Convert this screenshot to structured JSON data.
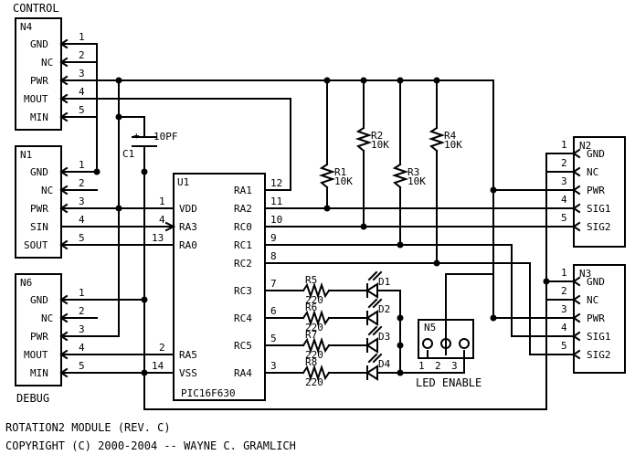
{
  "connectors": {
    "n4": {
      "title": "CONTROL",
      "ref": "N4",
      "pins": [
        "GND",
        "NC",
        "PWR",
        "MOUT",
        "MIN"
      ],
      "nums": [
        "1",
        "2",
        "3",
        "4",
        "5"
      ]
    },
    "n1": {
      "ref": "N1",
      "pins": [
        "GND",
        "NC",
        "PWR",
        "SIN",
        "SOUT"
      ],
      "nums": [
        "1",
        "2",
        "3",
        "4",
        "5"
      ]
    },
    "n6": {
      "title": "DEBUG",
      "ref": "N6",
      "pins": [
        "GND",
        "NC",
        "PWR",
        "MOUT",
        "MIN"
      ],
      "nums": [
        "1",
        "2",
        "3",
        "4",
        "5"
      ]
    },
    "n2": {
      "ref": "N2",
      "pins": [
        "GND",
        "NC",
        "PWR",
        "SIG1",
        "SIG2"
      ],
      "nums": [
        "1",
        "2",
        "3",
        "4",
        "5"
      ]
    },
    "n3": {
      "ref": "N3",
      "pins": [
        "GND",
        "NC",
        "PWR",
        "SIG1",
        "SIG2"
      ],
      "nums": [
        "1",
        "2",
        "3",
        "4",
        "5"
      ]
    },
    "n5": {
      "ref": "N5",
      "nums": [
        "1",
        "2",
        "3"
      ],
      "label": "LED ENABLE"
    }
  },
  "chip": {
    "ref": "U1",
    "part": "PIC16F630",
    "left_pins": [
      {
        "name": "VDD",
        "num": "1"
      },
      {
        "name": "RA3",
        "num": "4"
      },
      {
        "name": "RA0",
        "num": "13"
      },
      {
        "name": "RA5",
        "num": "2"
      },
      {
        "name": "VSS",
        "num": "14"
      }
    ],
    "right_pins": [
      {
        "name": "RA1",
        "num": "12"
      },
      {
        "name": "RA2",
        "num": "11"
      },
      {
        "name": "RC0",
        "num": "10"
      },
      {
        "name": "RC1",
        "num": "9"
      },
      {
        "name": "RC2",
        "num": "8"
      },
      {
        "name": "RC3",
        "num": "7"
      },
      {
        "name": "RC4",
        "num": "6"
      },
      {
        "name": "RC5",
        "num": "5"
      },
      {
        "name": "RA4",
        "num": "3"
      }
    ]
  },
  "capacitor": {
    "ref": "C1",
    "value": "10PF",
    "plus": "+"
  },
  "pullups": [
    {
      "ref": "R1",
      "value": "10K"
    },
    {
      "ref": "R2",
      "value": "10K"
    },
    {
      "ref": "R3",
      "value": "10K"
    },
    {
      "ref": "R4",
      "value": "10K"
    }
  ],
  "led_resistors": [
    {
      "ref": "R5",
      "value": "220"
    },
    {
      "ref": "R6",
      "value": "220"
    },
    {
      "ref": "R7",
      "value": "220"
    },
    {
      "ref": "R8",
      "value": "220"
    }
  ],
  "leds": [
    "D1",
    "D2",
    "D3",
    "D4"
  ],
  "footer": {
    "line1": "ROTATION2 MODULE (REV. C)",
    "line2": "COPYRIGHT (C) 2000-2004 -- WAYNE C. GRAMLICH"
  }
}
